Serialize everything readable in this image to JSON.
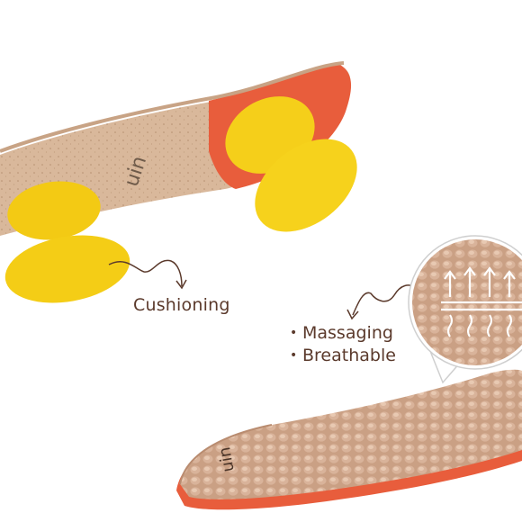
{
  "brand": "uin",
  "callouts": {
    "cushioning": "Cushioning",
    "features": [
      "Massaging",
      "Breathable"
    ],
    "bullet": "•"
  },
  "colors": {
    "insole_tan": "#d8b79a",
    "heel_orange": "#e8593a",
    "pad_yellow": "#f5cf1a",
    "text_brown": "#5b3a2c"
  },
  "icons": [
    "curved-arrow-icon",
    "breathable-arrows-icon",
    "wavy-lines-icon"
  ]
}
